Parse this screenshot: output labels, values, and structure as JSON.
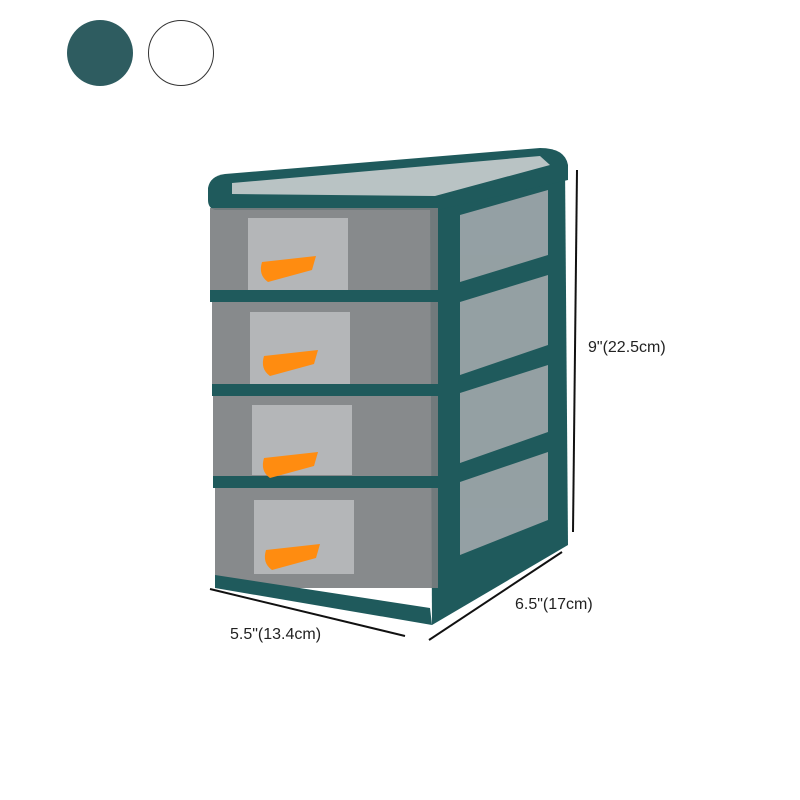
{
  "swatches": [
    {
      "name": "teal",
      "color": "#2e5c60"
    },
    {
      "name": "white",
      "color": "#ffffff"
    }
  ],
  "product": {
    "type": "4-drawer desktop storage organizer",
    "frame_color": "#1f5a5c",
    "drawer_color": "#7a7d80",
    "handle_color": "#ff8c10",
    "drawer_count": 4
  },
  "dimensions": {
    "height": "9\"(22.5cm)",
    "width": "5.5\"(13.4cm)",
    "depth": "6.5\"(17cm)"
  }
}
